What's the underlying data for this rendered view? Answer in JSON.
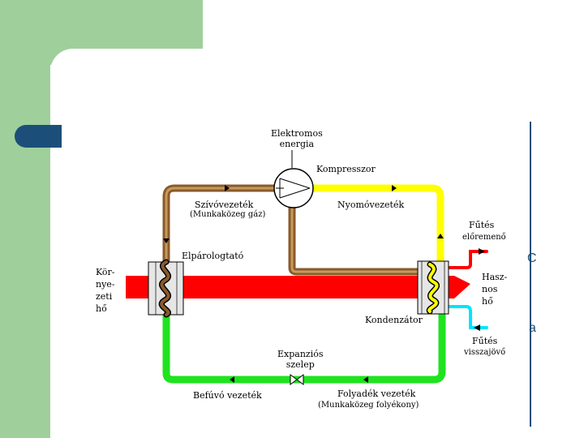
{
  "slide": {
    "title": "hőszivattyú",
    "edge_right_1": "C",
    "edge_right_2": "a"
  },
  "diagram": {
    "labels": {
      "electric_energy": "Elektromos\nenergia",
      "compressor": "Kompresszor",
      "suction_line": "Szívóvezeték",
      "suction_line_sub": "(Munkaközeg gáz)",
      "pressure_line": "Nyomóvezeték",
      "heating_flow": "Fűtés",
      "heating_flow_sub": "előremenő",
      "evaporator": "Elpárologtató",
      "ambient_heat": "Kör-\nnye-\nzeti\nhő",
      "useful_heat": "Hasz-\nnos\nhő",
      "condenser": "Kondenzátor",
      "heating_return": "Fűtés",
      "heating_return_sub": "visszajövő",
      "expansion_valve": "Expanziós\nszelep",
      "injection_line": "Befúvó vezeték",
      "liquid_line": "Folyadék vezeték",
      "liquid_line_sub": "(Munkaközeg folyékony)"
    },
    "colors": {
      "slide_green": "#9fcf9b",
      "accent_blue": "#1b4f7a",
      "brown": "#8b5a2b",
      "tan": "#c69a5c",
      "yellow": "#ffff00",
      "green": "#1fe31f",
      "red": "#ff0000",
      "cyan": "#00e5ff"
    }
  }
}
